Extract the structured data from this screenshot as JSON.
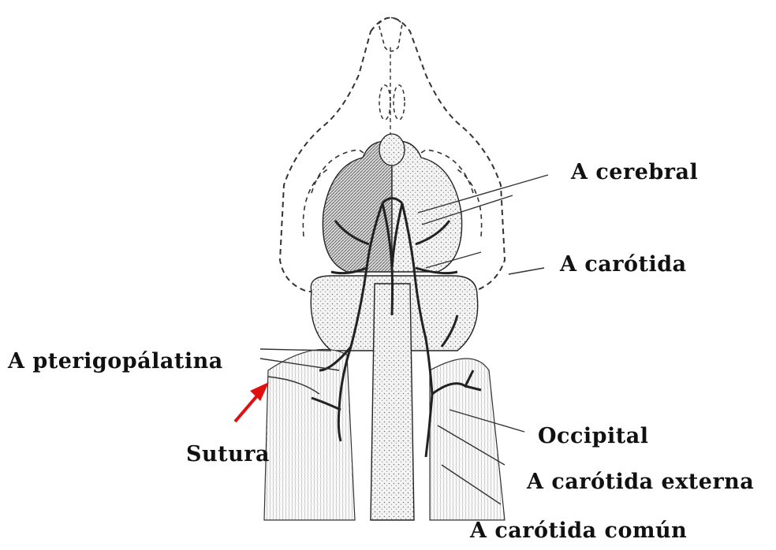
{
  "labels": {
    "cerebral": "A  cerebral",
    "carotida": "A   carótida",
    "pterigopalatina": "A pterigopálatina",
    "sutura": "Sutura",
    "occipital": "Occipital",
    "carotida_externa": "A carótida externa",
    "carotida_comun": "A carótida común"
  },
  "colors": {
    "arrow": "#e01010",
    "ink": "#222222",
    "background": "#ffffff"
  }
}
